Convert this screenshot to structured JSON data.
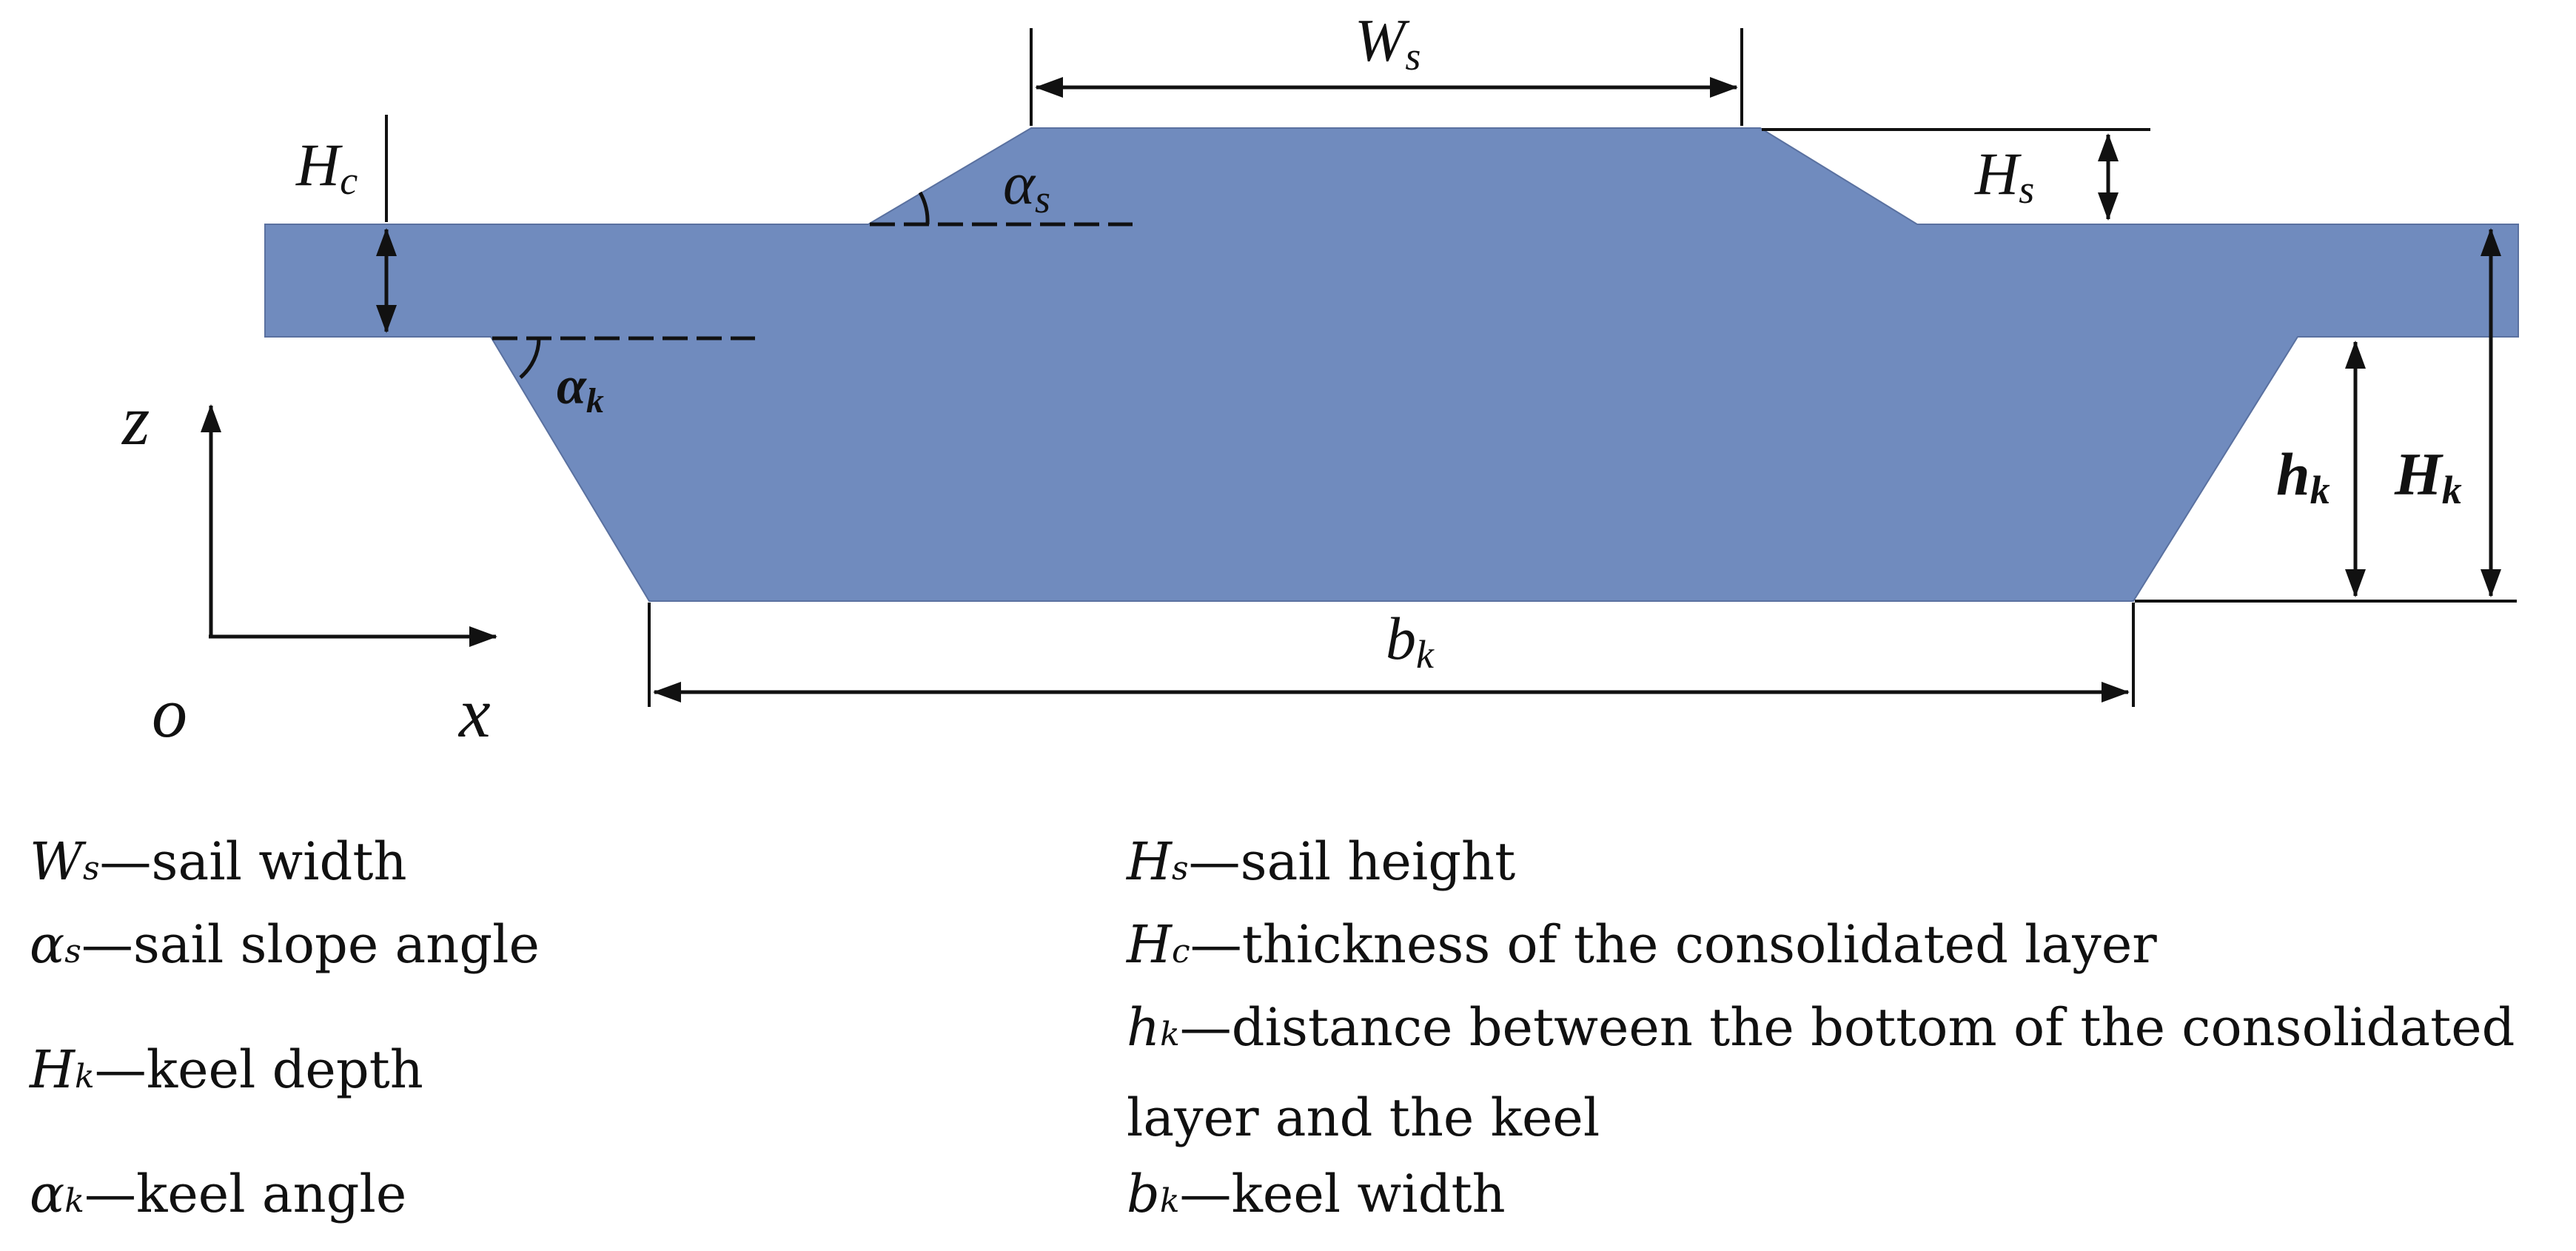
{
  "diagram": {
    "labels": {
      "Ws": {
        "main": "W",
        "sub": "s"
      },
      "Hs": {
        "main": "H",
        "sub": "s"
      },
      "Hc": {
        "main": "H",
        "sub": "c"
      },
      "alpha_s": {
        "main": "α",
        "sub": "s"
      },
      "alpha_k": {
        "main": "α",
        "sub": "k"
      },
      "hk": {
        "main": "h",
        "sub": "k"
      },
      "Hk": {
        "main": "H",
        "sub": "k"
      },
      "bk": {
        "main": "b",
        "sub": "k"
      }
    },
    "axes": {
      "z": "z",
      "x": "x",
      "origin": "o"
    },
    "fill_color": "#708BBE"
  },
  "legend": [
    {
      "symbol": "W",
      "sub": "s",
      "text": "—sail width"
    },
    {
      "symbol": "α",
      "sub": "s",
      "text": "—sail slope angle"
    },
    {
      "symbol": "H",
      "sub": "k",
      "text": "—keel depth"
    },
    {
      "symbol": "α",
      "sub": "k",
      "text": "—keel angle"
    },
    {
      "symbol": "H",
      "sub": "s",
      "text": "—sail height"
    },
    {
      "symbol": "H",
      "sub": "c",
      "text": "—thickness of the consolidated layer"
    },
    {
      "symbol": "h",
      "sub": "k",
      "text": "—distance between the bottom of the consolidated layer and the keel"
    },
    {
      "symbol": "b",
      "sub": "k",
      "text": "—keel width"
    }
  ]
}
